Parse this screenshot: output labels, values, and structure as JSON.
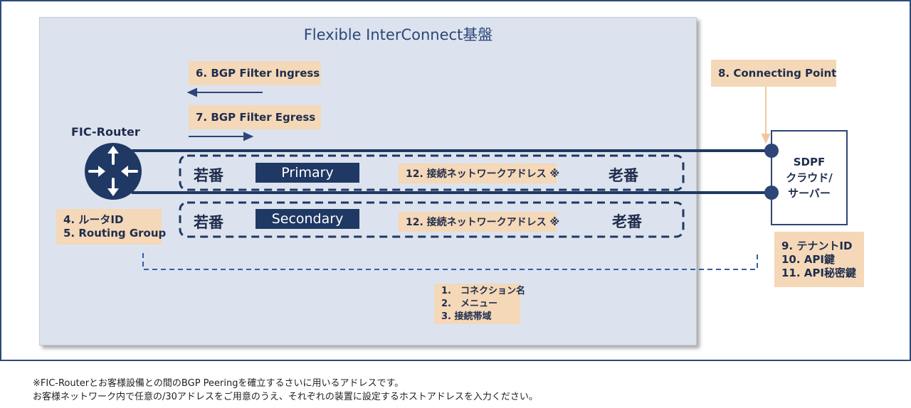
{
  "diagram": {
    "title": "Flexible InterConnect基盤",
    "router_label": "FIC-Router",
    "bgp_ingress": "6. BGP Filter Ingress",
    "bgp_egress": "7. BGP Filter Egress",
    "connecting_point": "8. Connecting Point",
    "router_info": [
      "4. ルータID",
      "5. Routing Group"
    ],
    "tenant_info": [
      "9. テナントID",
      "10. API鍵",
      "11. API秘密鍵"
    ],
    "connection_info": [
      "1.　コネクション名",
      "2.　メニュー",
      "3. 接続帯域"
    ],
    "primary": {
      "label": "Primary",
      "left_kanji": "若番",
      "right_kanji": "老番",
      "address": "12. 接続ネットワークアドレス ※"
    },
    "secondary": {
      "label": "Secondary",
      "left_kanji": "若番",
      "right_kanji": "老番",
      "address": "12. 接続ネットワークアドレス ※"
    },
    "sdpf_lines": [
      "SDPF",
      "クラウド/",
      "サーバー"
    ]
  },
  "footnotes": [
    "※FIC-Routerとお客様設備との間のBGP Peeringを確立するさいに用いるアドレスです。",
    "お客様ネットワーク内で任意の/30アドレスをご用意のうえ、それぞれの装置に設定するホストアドレスを入力ください。"
  ],
  "colors": {
    "navy": "#1f3864",
    "line": "#2d4677",
    "tag_bg": "#f4d8b8",
    "panel_bg": "#dce3ee",
    "arrow": "#f2c89a",
    "dashed": "#2f5fa8"
  }
}
